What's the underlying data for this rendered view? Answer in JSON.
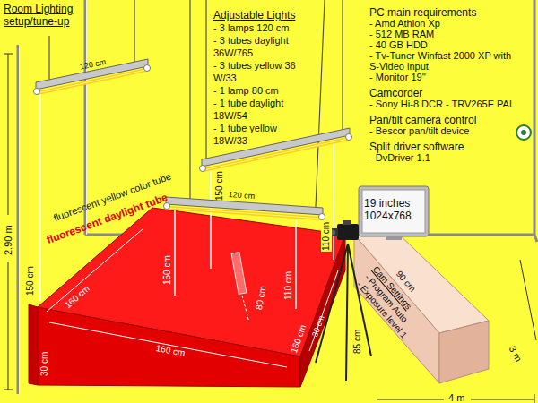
{
  "diagram": {
    "title": "Room Lighting setup/tune-up",
    "labels": [
      "Adjustable Lights",
      "- 3 lamps 120 cm",
      "- 3 tubes daylight 36W/765",
      "- 3 tubes yellow 36 W/33",
      "- 1 lamp 80 cm",
      "- 1 tube daylight 18W/54",
      "- 1 tube yellow 18W/33",
      "PC main requirements",
      "- Amd Athlon Xp",
      "- 512 MB RAM",
      "- 40 GB HDD",
      "- Tv-Tuner Winfast 2000 XP with S-Video input",
      "- Monitor 19''",
      "Camcorder",
      "- Sony Hi-8 DCR - TRV265E PAL",
      "Pan/tilt camera control",
      "- Bescor pan/tilt device",
      "Split driver software",
      "- DvDriver 1.1",
      "120 cm",
      "fluorescent yellow color tube",
      "fluorescent daylight tube",
      "120 cm",
      "150 cm",
      "150 cm",
      "150 cm",
      "110 cm",
      "110 cm",
      "80 cm",
      "160 cm",
      "160 cm",
      "160 cm",
      "30 cm",
      "30 cm",
      "85 cm",
      "90 cm",
      "19 inches 1024x768",
      "Cam Settings",
      "- Program Auto",
      "- Exposure level 1",
      "2.90 m",
      "3 m",
      "4 m"
    ]
  }
}
